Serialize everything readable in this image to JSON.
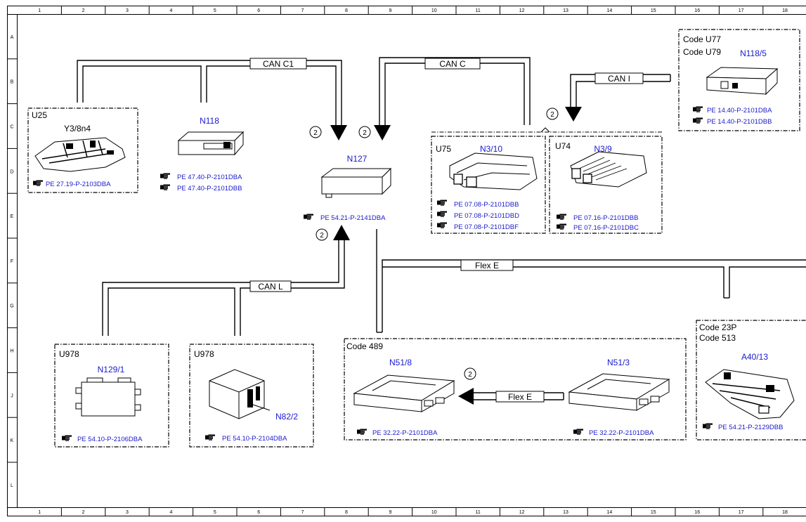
{
  "grid": {
    "columns": [
      "1",
      "2",
      "3",
      "4",
      "5",
      "6",
      "7",
      "8",
      "9",
      "10",
      "11",
      "12",
      "13",
      "14",
      "15",
      "16",
      "17",
      "18"
    ],
    "rows": [
      "A",
      "B",
      "C",
      "D",
      "E",
      "F",
      "G",
      "H",
      "J",
      "K",
      "L"
    ]
  },
  "buses": {
    "can_c1": "CAN C1",
    "can_c": "CAN C",
    "can_i": "CAN I",
    "can_l": "CAN L",
    "flex_e_main": "Flex E",
    "flex_e_inner": "Flex E"
  },
  "markers": {
    "two": "2"
  },
  "icons": {
    "reference": "pointing-hand-icon",
    "arrow": "arrow-head-icon"
  },
  "colors": {
    "component_label": "#1a1acc",
    "reference_label": "#1a1acc",
    "line": "#000000"
  },
  "groups": {
    "u25": {
      "code": "U25",
      "component": "Y3/8n4",
      "refs": [
        "PE 27.19-P-2103DBA"
      ]
    },
    "n118": {
      "component": "N118",
      "refs": [
        "PE 47.40-P-2101DBA",
        "PE 47.40-P-2101DBB"
      ]
    },
    "n127": {
      "component": "N127",
      "refs": [
        "PE 54.21-P-2141DBA"
      ]
    },
    "u75": {
      "code": "U75",
      "component": "N3/10",
      "refs": [
        "PE 07.08-P-2101DBB",
        "PE 07.08-P-2101DBD",
        "PE 07.08-P-2101DBF"
      ]
    },
    "u74": {
      "code": "U74",
      "component": "N3/9",
      "refs": [
        "PE 07.16-P-2101DBB",
        "PE 07.16-P-2101DBC"
      ]
    },
    "n118_5": {
      "code_1": "Code U77",
      "code_2": "Code U79",
      "component": "N118/5",
      "refs": [
        "PE 14.40-P-2101DBA",
        "PE 14.40-P-2101DBB"
      ]
    },
    "n129_1": {
      "code": "U978",
      "component": "N129/1",
      "refs": [
        "PE 54.10-P-2106DBA"
      ]
    },
    "n82_2": {
      "code": "U978",
      "component": "N82/2",
      "refs": [
        "PE 54.10-P-2104DBA"
      ]
    },
    "code489": {
      "code": "Code 489",
      "component_left": "N51/8",
      "component_right": "N51/3",
      "ref_left": "PE 32.22-P-2101DBA",
      "ref_right": "PE 32.22-P-2101DBA"
    },
    "a40_13": {
      "code_1": "Code 23P",
      "code_2": "Code 513",
      "component": "A40/13",
      "refs": [
        "PE 54.21-P-2129DBB"
      ]
    }
  }
}
